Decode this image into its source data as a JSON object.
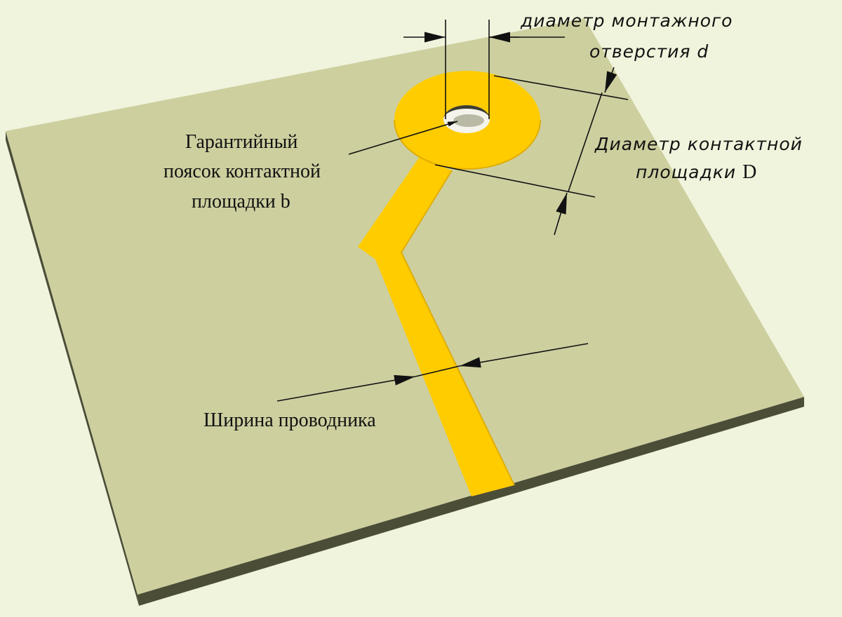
{
  "colors": {
    "background": "#f0f4dc",
    "board_top": "#cdcf9f",
    "board_edge_front": "#4b4d37",
    "board_edge_right": "#6c6d52",
    "copper": "#ffcc00",
    "copper_edge": "#d9a500",
    "hole_inner": "#3d3d30",
    "hole_shadow": "#8a8a78",
    "dimension_lines": "#111111"
  },
  "labels": {
    "hole_diameter": {
      "line1": "диаметр монтажного",
      "line2_text": "отверстия ",
      "line2_symbol": "d"
    },
    "pad_diameter": {
      "line1": "Диаметр контактной",
      "line2_text": "площадки ",
      "line2_symbol": "D"
    },
    "annular_ring": {
      "line1": "Гарантийный",
      "line2": "поясок контактной",
      "line3_text": "площадки ",
      "line3_symbol": "b"
    },
    "trace_width": {
      "text": "Ширина проводника"
    }
  }
}
